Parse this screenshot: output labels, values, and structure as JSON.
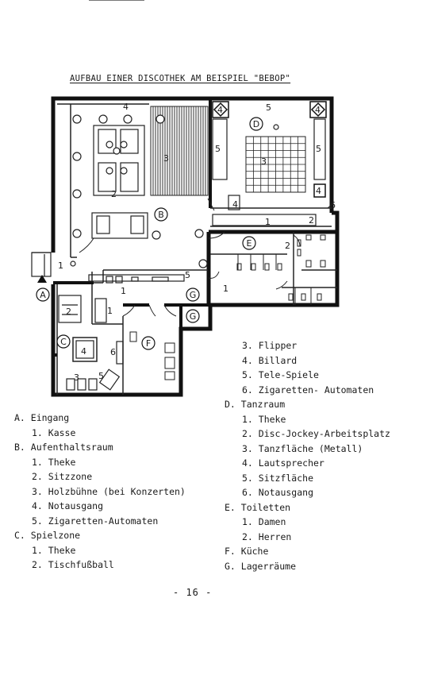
{
  "title": "AUFBAU EINER DISCOTHEK AM BEISPIEL \"BEBOP\"",
  "plan_labels": {
    "area_a": "A",
    "area_b": "B",
    "area_c": "C",
    "area_d": "D",
    "area_e": "E",
    "area_f": "F",
    "area_g1": "G",
    "area_g2": "G",
    "n1": "1",
    "n2": "2",
    "n3": "3",
    "n4": "4",
    "n5": "5",
    "n6": "6"
  },
  "legend": {
    "A": {
      "head": "A. Eingang",
      "items": [
        "1. Kasse"
      ]
    },
    "B": {
      "head": "B. Aufenthaltsraum",
      "items": [
        "1. Theke",
        "2. Sitzzone",
        "3. Holzbühne (bei Konzerten)",
        "4. Notausgang",
        "5. Zigaretten-Automaten"
      ]
    },
    "C": {
      "head": "C. Spielzone",
      "items": [
        "1. Theke",
        "2. Tischfußball"
      ]
    },
    "C_cont": [
      "3. Flipper",
      "4. Billard",
      "5. Tele-Spiele",
      "6. Zigaretten- Automaten"
    ],
    "D": {
      "head": "D. Tanzraum",
      "items": [
        "1. Theke",
        "2. Disc-Jockey-Arbeitsplatz",
        "3. Tanzfläche (Metall)",
        "4. Lautsprecher",
        "5. Sitzfläche",
        "6. Notausgang"
      ]
    },
    "E": {
      "head": "E. Toiletten",
      "items": [
        "1. Damen",
        "2. Herren"
      ]
    },
    "F": {
      "head": "F. Küche"
    },
    "G": {
      "head": "G. Lagerräume"
    }
  },
  "page_number": "- 16 -"
}
